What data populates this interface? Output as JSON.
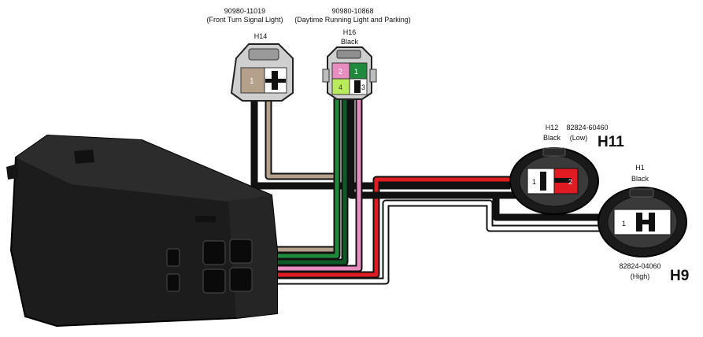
{
  "connectors": {
    "h14": {
      "part_number": "90980-11019",
      "description": "(Front Turn Signal Light)",
      "id": "H14",
      "pin1": "1"
    },
    "h16": {
      "part_number": "90980-10868",
      "description": "(Daytime Running Light and Parking)",
      "id": "H16",
      "color": "Black",
      "pin1": "1",
      "pin2": "2",
      "pin3": "3",
      "pin4": "4"
    },
    "h12": {
      "id": "H12",
      "part_number": "82824-60460",
      "color": "Black",
      "beam": "(Low)",
      "bulb": "H11",
      "pin1": "1",
      "pin2": "2"
    },
    "h1": {
      "id": "H1",
      "color": "Black",
      "part_number": "82824-04060",
      "beam": "(High)",
      "bulb": "H9",
      "pin1": "1"
    }
  },
  "wire_colors": {
    "black": "#2b2b2b",
    "tan": "#b5a08c",
    "green": "#1f8a3c",
    "pink": "#e88dc0",
    "red": "#e01b22",
    "white": "#ffffff"
  }
}
